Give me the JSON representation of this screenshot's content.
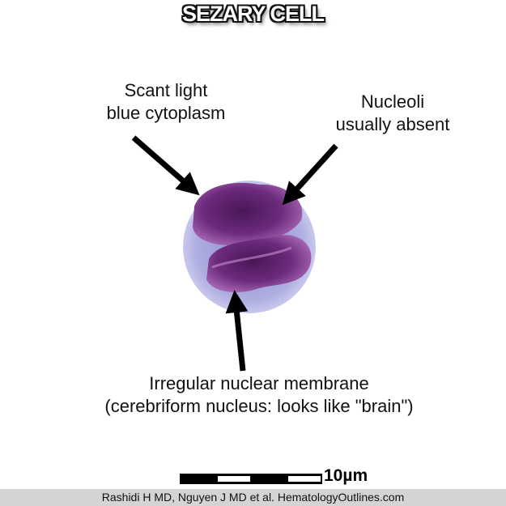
{
  "title": "SEZARY CELL",
  "labels": {
    "cytoplasm": [
      "Scant light",
      "blue cytoplasm"
    ],
    "nucleoli": [
      "Nucleoli",
      "usually absent"
    ],
    "membrane": [
      "Irregular nuclear membrane",
      "(cerebriform nucleus: looks like \"brain\")"
    ]
  },
  "scale_bar": {
    "label": "10µm"
  },
  "credit": "Rashidi H MD, Nguyen J MD et al. HematologyOutlines.com",
  "colors": {
    "cytoplasm": "#a9a8dc",
    "nucleus": "#6a2a7a"
  }
}
